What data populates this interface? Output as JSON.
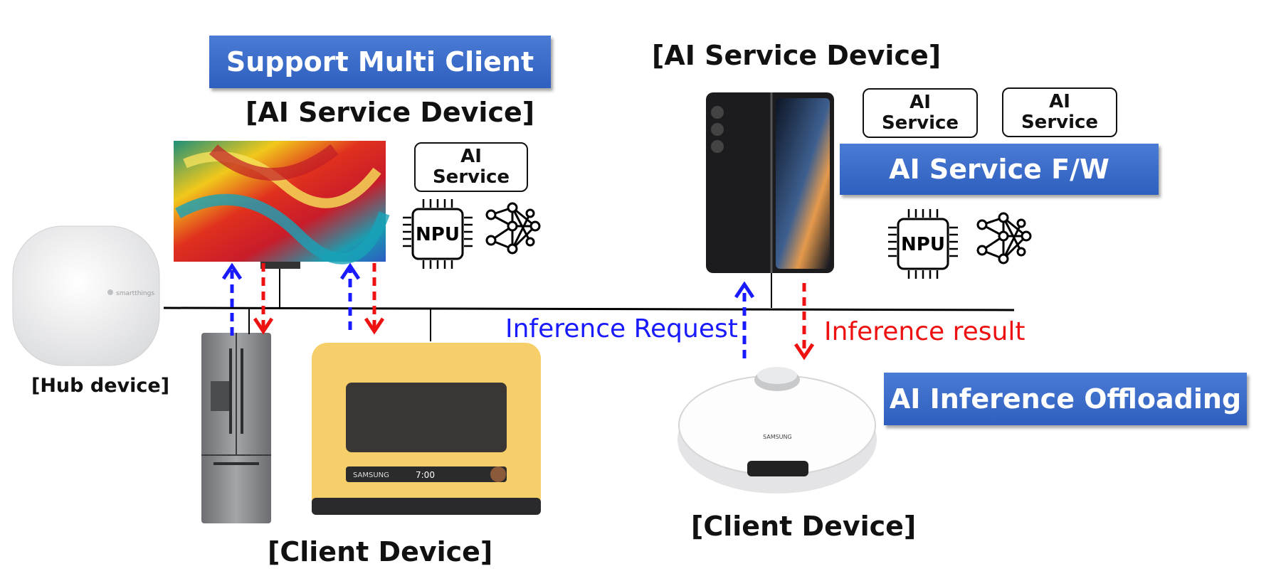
{
  "left": {
    "banner": "Support Multi Client",
    "service_device_label": "[AI Service Device]",
    "ai_service_box": [
      "AI",
      "Service"
    ],
    "npu_label": "NPU",
    "client_label": "[Client Device]",
    "hub_label": "[Hub device]",
    "hub_logo_text": "smartthings",
    "oven_brand": "SAMSUNG",
    "oven_time": "7:00"
  },
  "right": {
    "service_device_label": "[AI Service Device]",
    "ai_service_boxes": [
      [
        "AI",
        "Service"
      ],
      [
        "AI",
        "Service"
      ]
    ],
    "framework_banner": "AI Service F/W",
    "npu_label": "NPU",
    "inference_request": "Inference Request",
    "inference_result": "Inference result",
    "offloading_banner": "AI Inference Offloading",
    "client_label": "[Client Device]",
    "robot_brand": "SAMSUNG"
  },
  "colors": {
    "banner": "#3565c6",
    "request_arrow": "#1a1aff",
    "result_arrow": "#ee1111",
    "network_line": "#000000"
  }
}
